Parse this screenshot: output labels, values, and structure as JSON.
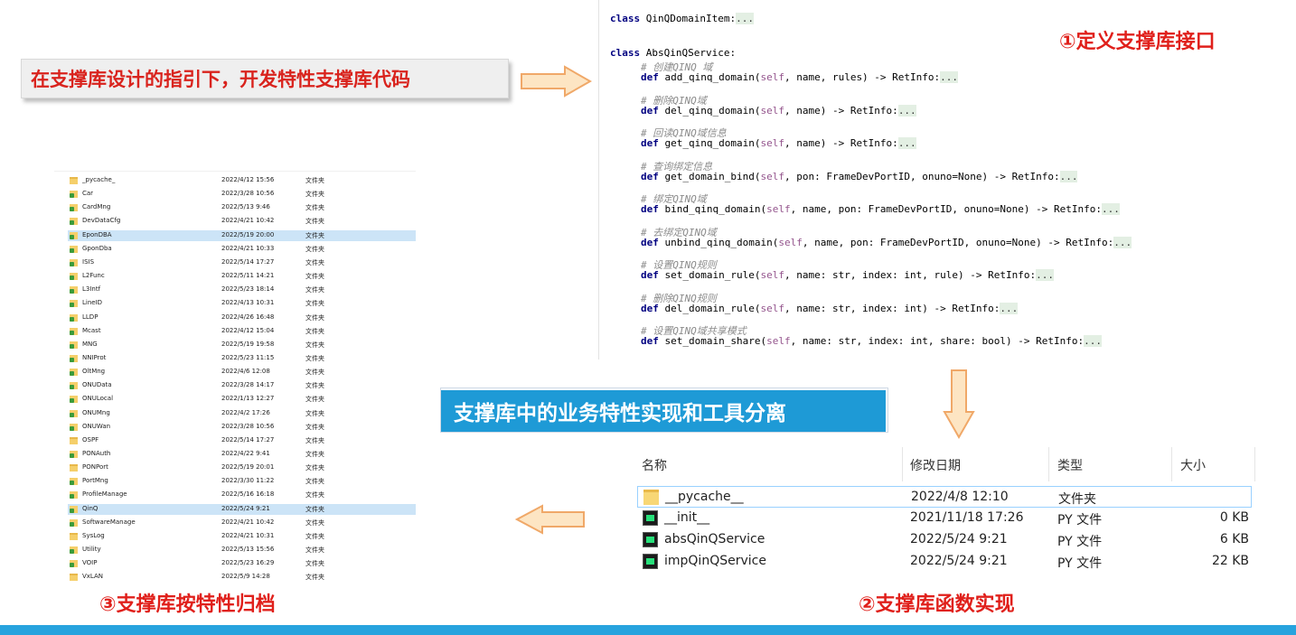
{
  "banner": {
    "text": "在支撑库设计的指引下，开发特性支撑库代码"
  },
  "titles": {
    "step1": "①定义支撑库接口",
    "step2": "②支撑库函数实现",
    "step3": "③支撑库按特性归档",
    "middle": "支撑库中的业务特性实现和工具分离"
  },
  "file_list": {
    "type_label": "文件夹",
    "rows": [
      {
        "name": "_pycache_",
        "date": "2022/4/12 15:56",
        "icon": "folder-icon"
      },
      {
        "name": "Car",
        "date": "2022/3/28 10:56",
        "icon": "package-icon"
      },
      {
        "name": "CardMng",
        "date": "2022/5/13 9:46",
        "icon": "package-icon"
      },
      {
        "name": "DevDataCfg",
        "date": "2022/4/21 10:42",
        "icon": "package-icon"
      },
      {
        "name": "EponDBA",
        "date": "2022/5/19 20:00",
        "icon": "package-icon"
      },
      {
        "name": "GponDba",
        "date": "2022/4/21 10:33",
        "icon": "package-icon"
      },
      {
        "name": "ISIS",
        "date": "2022/5/14 17:27",
        "icon": "package-icon"
      },
      {
        "name": "L2Func",
        "date": "2022/5/11 14:21",
        "icon": "package-icon"
      },
      {
        "name": "L3Intf",
        "date": "2022/5/23 18:14",
        "icon": "package-icon"
      },
      {
        "name": "LineID",
        "date": "2022/4/13 10:31",
        "icon": "package-icon"
      },
      {
        "name": "LLDP",
        "date": "2022/4/26 16:48",
        "icon": "package-icon"
      },
      {
        "name": "Mcast",
        "date": "2022/4/12 15:04",
        "icon": "package-icon"
      },
      {
        "name": "MNG",
        "date": "2022/5/19 19:58",
        "icon": "package-icon"
      },
      {
        "name": "NNIProt",
        "date": "2022/5/23 11:15",
        "icon": "package-icon"
      },
      {
        "name": "OltMng",
        "date": "2022/4/6 12:08",
        "icon": "package-icon"
      },
      {
        "name": "ONUData",
        "date": "2022/3/28 14:17",
        "icon": "package-icon"
      },
      {
        "name": "ONULocal",
        "date": "2022/1/13 12:27",
        "icon": "package-icon"
      },
      {
        "name": "ONUMng",
        "date": "2022/4/2 17:26",
        "icon": "package-icon"
      },
      {
        "name": "ONUWan",
        "date": "2022/3/28 10:56",
        "icon": "package-icon"
      },
      {
        "name": "OSPF",
        "date": "2022/5/14 17:27",
        "icon": "folder-icon"
      },
      {
        "name": "PONAuth",
        "date": "2022/4/22 9:41",
        "icon": "package-icon"
      },
      {
        "name": "PONPort",
        "date": "2022/5/19 20:01",
        "icon": "folder-icon"
      },
      {
        "name": "PortMng",
        "date": "2022/3/30 11:22",
        "icon": "package-icon"
      },
      {
        "name": "ProfileManage",
        "date": "2022/5/16 16:18",
        "icon": "package-icon"
      },
      {
        "name": "QinQ",
        "date": "2022/5/24 9:21",
        "icon": "package-icon"
      },
      {
        "name": "SoftwareManage",
        "date": "2022/4/21 10:42",
        "icon": "package-icon"
      },
      {
        "name": "SysLog",
        "date": "2022/4/21 10:31",
        "icon": "folder-icon"
      },
      {
        "name": "Utility",
        "date": "2022/5/13 15:56",
        "icon": "package-icon"
      },
      {
        "name": "VOIP",
        "date": "2022/5/23 16:29",
        "icon": "package-icon"
      },
      {
        "name": "VxLAN",
        "date": "2022/5/9 14:28",
        "icon": "folder-icon"
      }
    ]
  },
  "code": {
    "class1": "QinQDomainItem:",
    "class2": "AbsQinQService:",
    "items": [
      {
        "comment": "# 创建QINQ 域",
        "sig": "add_qinq_domain(",
        "args": ", name, rules) -> RetInfo:"
      },
      {
        "comment": "# 删除QINQ域",
        "sig": "del_qinq_domain(",
        "args": ", name) -> RetInfo:"
      },
      {
        "comment": "# 回读QINQ域信息",
        "sig": "get_qinq_domain(",
        "args": ", name) -> RetInfo:"
      },
      {
        "comment": "# 查询绑定信息",
        "sig": "get_domain_bind(",
        "args": ", pon: FrameDevPortID, onuno=None) -> RetInfo:"
      },
      {
        "comment": "# 绑定QINQ域",
        "sig": "bind_qinq_domain(",
        "args": ", name, pon: FrameDevPortID, onuno=None) -> RetInfo:"
      },
      {
        "comment": "# 去绑定QINQ域",
        "sig": "unbind_qinq_domain(",
        "args": ", name, pon: FrameDevPortID, onuno=None) -> RetInfo:"
      },
      {
        "comment": "# 设置QINQ规则",
        "sig": "set_domain_rule(",
        "args": ", name: str, index: int, rule) -> RetInfo:"
      },
      {
        "comment": "# 删除QINQ规则",
        "sig": "del_domain_rule(",
        "args": ", name: str, index: int) -> RetInfo:"
      },
      {
        "comment": "# 设置QINQ域共享模式",
        "sig": "set_domain_share(",
        "args": ", name: str, index: int, share: bool) -> RetInfo:"
      }
    ]
  },
  "explorer": {
    "headers": {
      "name": "名称",
      "date": "修改日期",
      "type": "类型",
      "size": "大小"
    },
    "rows": [
      {
        "name": "__pycache__",
        "date": "2022/4/8 12:10",
        "type": "文件夹",
        "size": "",
        "icon": "folder-icon"
      },
      {
        "name": "__init__",
        "date": "2021/11/18 17:26",
        "type": "PY 文件",
        "size": "0 KB",
        "icon": "pycharm-file-icon"
      },
      {
        "name": "absQinQService",
        "date": "2022/5/24 9:21",
        "type": "PY 文件",
        "size": "6 KB",
        "icon": "pycharm-file-icon"
      },
      {
        "name": "impQinQService",
        "date": "2022/5/24 9:21",
        "type": "PY 文件",
        "size": "22 KB",
        "icon": "pycharm-file-icon"
      }
    ]
  },
  "colors": {
    "accent_red": "#e0201b",
    "accent_blue": "#1e9ad6",
    "arrow_fill": "#fde5c3",
    "arrow_stroke": "#f0a868"
  }
}
